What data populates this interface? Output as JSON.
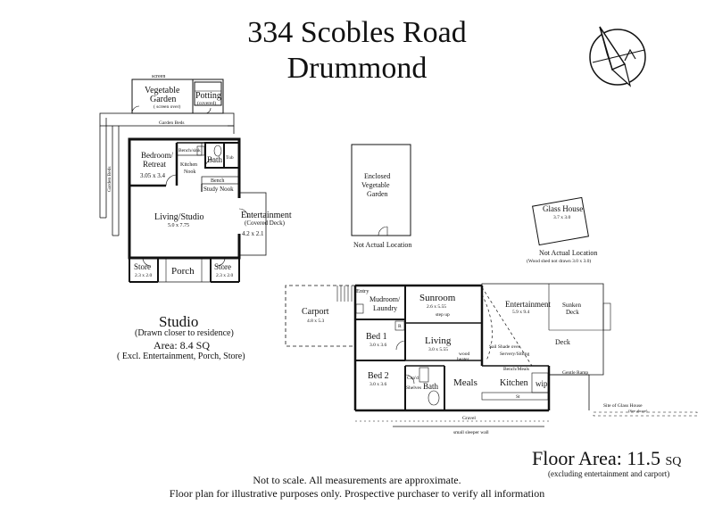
{
  "header": {
    "title_line1": "334 Scobles Road",
    "title_line2": "Drummond"
  },
  "compass": {
    "icon": "north-arrow-icon"
  },
  "studio": {
    "labels": {
      "screen": "screen",
      "vegetable_garden": "Vegetable",
      "vegetable_garden_2": "Garden",
      "vegetable_garden_note": "( screen over)",
      "potting": "Potting",
      "potting_note": "(covered)",
      "garden_beds_top": "Garden Beds",
      "garden_beds_side": "Garden Beds",
      "bedroom": "Bedroom/",
      "bedroom_2": "Retreat",
      "bedroom_size": "3.05 x 3.4",
      "bench_sink": "Bench/sink",
      "kitchen_nook": "Kitchen",
      "kitchen_nook_2": "Nook",
      "bath": "Bath",
      "tub": "Tub",
      "bench": "Bench",
      "study_nook": "Study Nook",
      "living": "Living/Studio",
      "living_size": "5.0 x 7.75",
      "entertainment": "Entertainment",
      "entertainment_note": "(Covered Deck)",
      "entertainment_size": "4.2 x 2.1",
      "store_left": "Store",
      "store_left_size": "2.3 x 2.0",
      "porch": "Porch",
      "store_right": "Store",
      "store_right_size": "2.3 x 2.0"
    },
    "heading": "Studio",
    "subheading": "(Drawn closer to residence)",
    "area": "Area: 8.4 SQ",
    "area_note": "( Excl. Entertainment, Porch, Store)"
  },
  "outbuildings": {
    "veg_garden_1": "Enclosed",
    "veg_garden_2": "Vegetable",
    "veg_garden_3": "Garden",
    "veg_not_actual": "Not Actual Location",
    "glass_house": "Glass House",
    "glass_house_size": "3.7 x 3.0",
    "glass_not_actual": "Not Actual Location",
    "wood_shed_note": "(Wood shed not drawn 3.0 x 3.0)"
  },
  "residence": {
    "carport": "Carport",
    "carport_size": "4.8 x 5.3",
    "entry": "Entry",
    "mudroom": "Mudroom/",
    "laundry": "Laundry",
    "sunroom": "Sunroom",
    "sunroom_size": "2.6 x 5.55",
    "step_up": "step up",
    "entertainment": "Entertainment",
    "entertainment_size": "5.9 x 9.4",
    "sunken_deck_1": "Sunken",
    "sunken_deck_2": "Deck",
    "bed1": "Bed 1",
    "bed1_size": "3.0 x 3.6",
    "living": "Living",
    "living_size": "3.0 x 5.55",
    "sail_shade": "Sail Shade over",
    "servery": "Servery/Sitting",
    "wood_heater_1": "wood",
    "wood_heater_2": "heater",
    "bench_meals": "Bench/Meals",
    "deck": "Deck",
    "gentle_ramp": "Gentle Ramp",
    "bed2": "Bed 2",
    "bed2_size": "3.0 x 3.6",
    "cupd": "Cup'd",
    "shelves": "Shelves",
    "bath": "Bath",
    "meals": "Meals",
    "kitchen": "Kitchen",
    "wip": "wip",
    "st": "St",
    "wc": "R",
    "gravel": "Gravel",
    "sleeper_wall": "small sleeper wall",
    "site_glass_house": "Site of Glass House",
    "see_above": "(See above)"
  },
  "floor_area": {
    "value": "Floor Area: 11.5",
    "unit": "SQ",
    "note": "(excluding entertainment and carport)"
  },
  "footer": {
    "line1": "Not to scale. All measurements are approximate.",
    "line2": "Floor plan for illustrative purposes only. Prospective purchaser to verify all information"
  }
}
